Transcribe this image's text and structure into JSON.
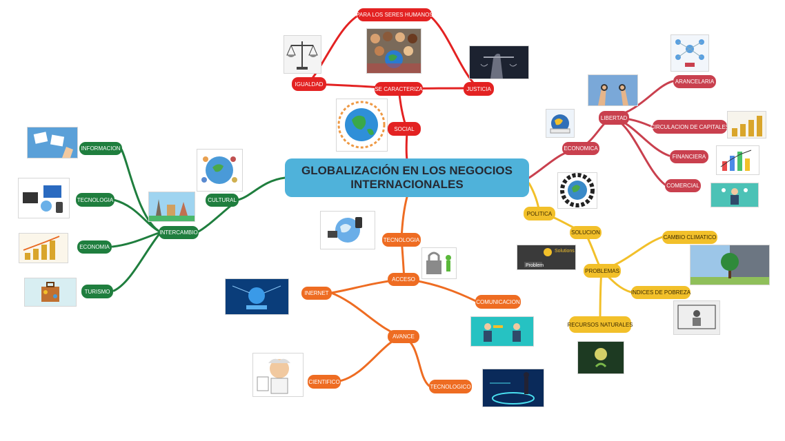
{
  "central_topic": "GLOBALIZACIÓN EN LOS NEGOCIOS INTERNACIONALES",
  "branches": {
    "social": {
      "label": "SOCIAL",
      "se_caracteriza": "SE CARACTERIZA",
      "para_seres": "PARA LOS SERES HUMANOS",
      "igualdad": "IGUALDAD",
      "justicia": "JUSTICIA"
    },
    "economica": {
      "label": "ECONOMICA",
      "libertad": "LIBERTAD",
      "arancelaria": "ARANCELARIA",
      "circulacion": "CIRCULACION DE CAPITALES",
      "financiera": "FINANCIERA",
      "comercial": "COMERCIAL"
    },
    "politica": {
      "label": "POLITICA",
      "solucion": "SOLUCION",
      "problemas": "PROBLEMAS",
      "cambio_climatico": "CAMBIO CLIMATICO",
      "indices_pobreza": "INDICES DE POBREZA",
      "recursos_naturales": "RECURSOS NATURALES"
    },
    "tecnologia": {
      "label": "TECNOLOGIA",
      "acceso": "ACCESO",
      "inernet": "INERNET",
      "comunicacion": "COMUNICACION",
      "avance": "AVANCE",
      "cientifico": "CIENTIFICO",
      "tecnologico": "TECNOLOGICO"
    },
    "cultural": {
      "label": "CULTURAL",
      "intercambio": "INTERCAMBIO",
      "informacion": "INFORMACION",
      "tecnologia": "TECNOLOGIA",
      "economia": "ECONOMIA",
      "turismo": "TURISMO"
    }
  },
  "image_texts": {
    "problem_solutions": [
      "Problem",
      "Solutions"
    ]
  },
  "colors": {
    "social": "#e32222",
    "economica": "#c9404e",
    "politica": "#f2c02a",
    "tecnologia": "#ee6c22",
    "cultural": "#1f7e3e",
    "center": "#4fb2da"
  }
}
